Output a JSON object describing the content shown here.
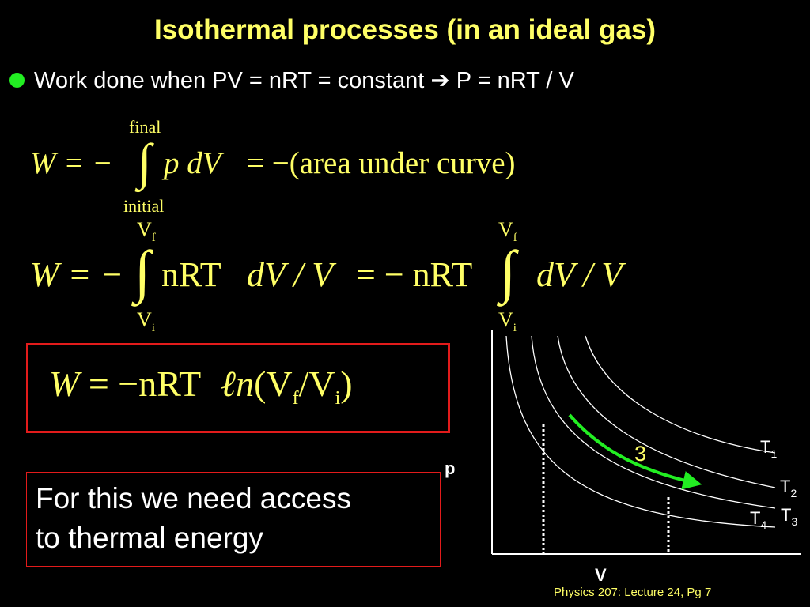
{
  "slide": {
    "title": "Isothermal processes (in an ideal gas)",
    "bullet": "Work done when PV = nRT = constant  ➔ P = nRT / V",
    "footer": "Physics 207: Lecture 24, Pg 7"
  },
  "eq1": {
    "lhs": "W = −",
    "upper_limit": "final",
    "lower_limit": "initial",
    "integrand": "p dV",
    "rhs": "= −(area under curve)"
  },
  "eq2": {
    "lhs": "W = −",
    "limit1_upper": "V",
    "limit1_upper_sub": "f",
    "limit1_lower": "V",
    "limit1_lower_sub": "i",
    "middle": "nRT",
    "middle_ital": "dV / V",
    "equals": "= − nRT",
    "limit2_upper": "V",
    "limit2_upper_sub": "f",
    "limit2_lower": "V",
    "limit2_lower_sub": "i",
    "end_ital": "dV / V"
  },
  "eq3": {
    "W": "W",
    "eq_nrt": "= −nRT",
    "ln": "ℓn",
    "open": "(V",
    "sub_f": "f",
    "slash": "/V",
    "sub_i": "i",
    "close": ")"
  },
  "note": {
    "line1": "For this we need access",
    "line2": "to thermal energy"
  },
  "graph": {
    "ylabel": "p",
    "xlabel": "V",
    "process_label": "3",
    "T1": "T",
    "T1_sub": "1",
    "T2": "T",
    "T2_sub": "2",
    "T3": "T",
    "T3_sub": "3",
    "T4": "T",
    "T4_sub": "4",
    "colors": {
      "axes": "#ffffff",
      "isotherm": "#ffffff",
      "process": "#22ee22",
      "process_label": "#ffff66"
    }
  }
}
